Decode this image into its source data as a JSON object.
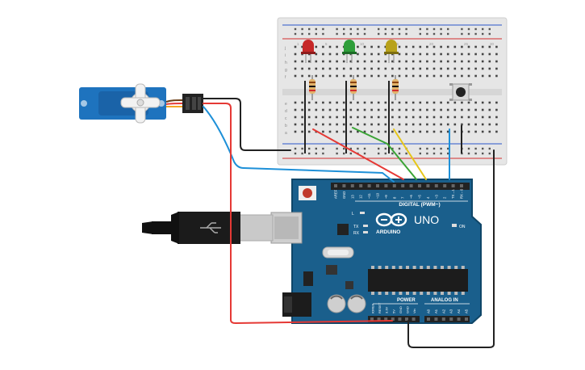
{
  "board": {
    "brand": "ARDUINO",
    "model": "UNO",
    "digital_header": "DIGITAL (PWM~)",
    "analog_header": "ANALOG IN",
    "power_header": "POWER",
    "tx_label": "TX",
    "rx_label": "RX",
    "l_label": "L",
    "on_label": "ON",
    "digital_pins": [
      "AREF",
      "GND",
      "13",
      "12",
      "~11",
      "~10",
      "~9",
      "8",
      "7",
      "~6",
      "~5",
      "4",
      "~3",
      "2",
      "TX→1",
      "RX←0"
    ],
    "power_pins": [
      "IOREF",
      "RESET",
      "3.3V",
      "5V",
      "GND",
      "GND",
      "Vin"
    ],
    "analog_pins": [
      "A0",
      "A1",
      "A2",
      "A3",
      "A4",
      "A5"
    ]
  },
  "breadboard": {
    "row_letters_top": [
      "j",
      "i",
      "h",
      "g",
      "f"
    ],
    "row_letters_bottom": [
      "e",
      "d",
      "c",
      "b",
      "a"
    ],
    "column_numbers": [
      "1",
      "5",
      "10",
      "15",
      "20",
      "25",
      "30"
    ]
  },
  "components": {
    "leds": [
      {
        "name": "red-led",
        "color": "#c62828"
      },
      {
        "name": "green-led",
        "color": "#2e9e3a"
      },
      {
        "name": "yellow-led",
        "color": "#b8a21b"
      }
    ],
    "servo_color": "#1e73be"
  },
  "wires": {
    "red": "#e53935",
    "green": "#3aa335",
    "yellow": "#e6c619",
    "blue": "#1e90d8",
    "black": "#222222"
  }
}
